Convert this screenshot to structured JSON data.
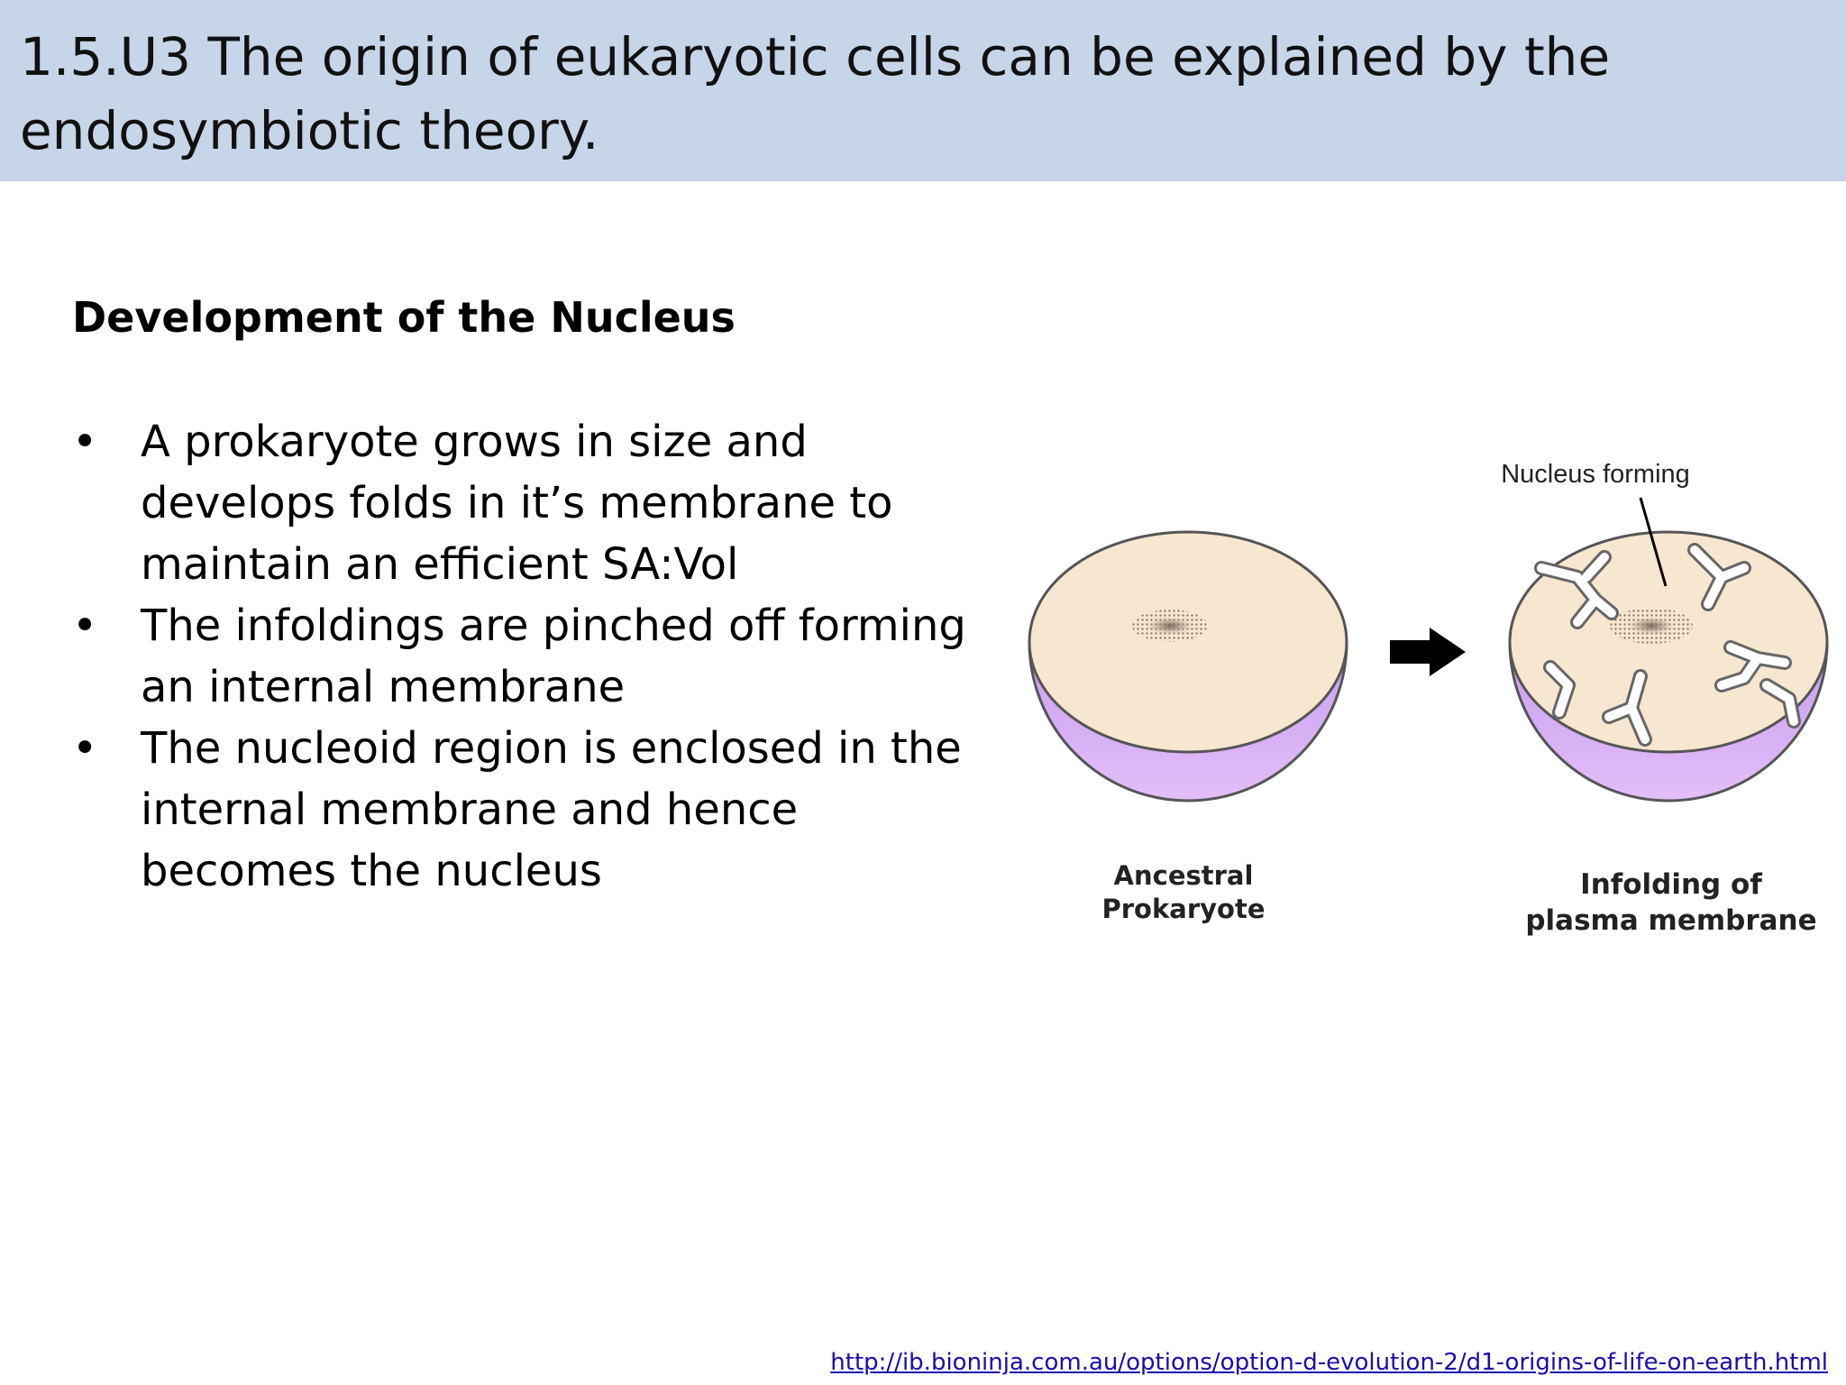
{
  "slide": {
    "title": "1.5.U3 The origin of eukaryotic cells can be explained by the endosymbiotic theory.",
    "heading": "Development of the Nucleus",
    "bullets": [
      "A prokaryote grows in size and develops folds in it’s membrane to maintain an efficient SA:Vol",
      "The infoldings are pinched off forming an internal membrane",
      "The nucleoid region is enclosed in the internal membrane and hence becomes the nucleus"
    ],
    "bullet_symbol": "•"
  },
  "diagram": {
    "callout": "Nucleus forming",
    "cell1_label_line1": "Ancestral",
    "cell1_label_line2": "Prokaryote",
    "cell2_label_line1": "Infolding of",
    "cell2_label_line2": "plasma membrane",
    "colors": {
      "cytoplasm": "#f7e6d0",
      "membrane": "#c89cf0",
      "arrow": "#000000"
    }
  },
  "source": {
    "url": "http://ib.bioninja.com.au/options/option-d-evolution-2/d1-origins-of-life-on-earth.html"
  }
}
